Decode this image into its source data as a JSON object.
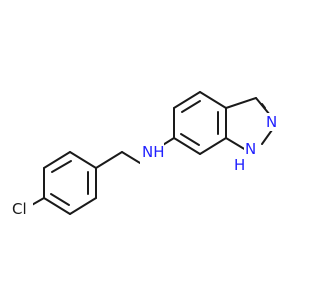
{
  "molecule": {
    "atoms": {
      "chlorine": {
        "symbol": "Cl",
        "color": "#1a1a1a"
      },
      "amine_nh": {
        "symbol": "NH",
        "color": "#2020ff"
      },
      "pyrazole_n": {
        "symbol": "N",
        "color": "#2020ff"
      },
      "pyrazole_nh": {
        "symbol": "N",
        "color": "#2020ff"
      },
      "pyrazole_h": {
        "symbol": "H",
        "color": "#2020ff"
      }
    },
    "bond_color": "#1a1a1a"
  }
}
